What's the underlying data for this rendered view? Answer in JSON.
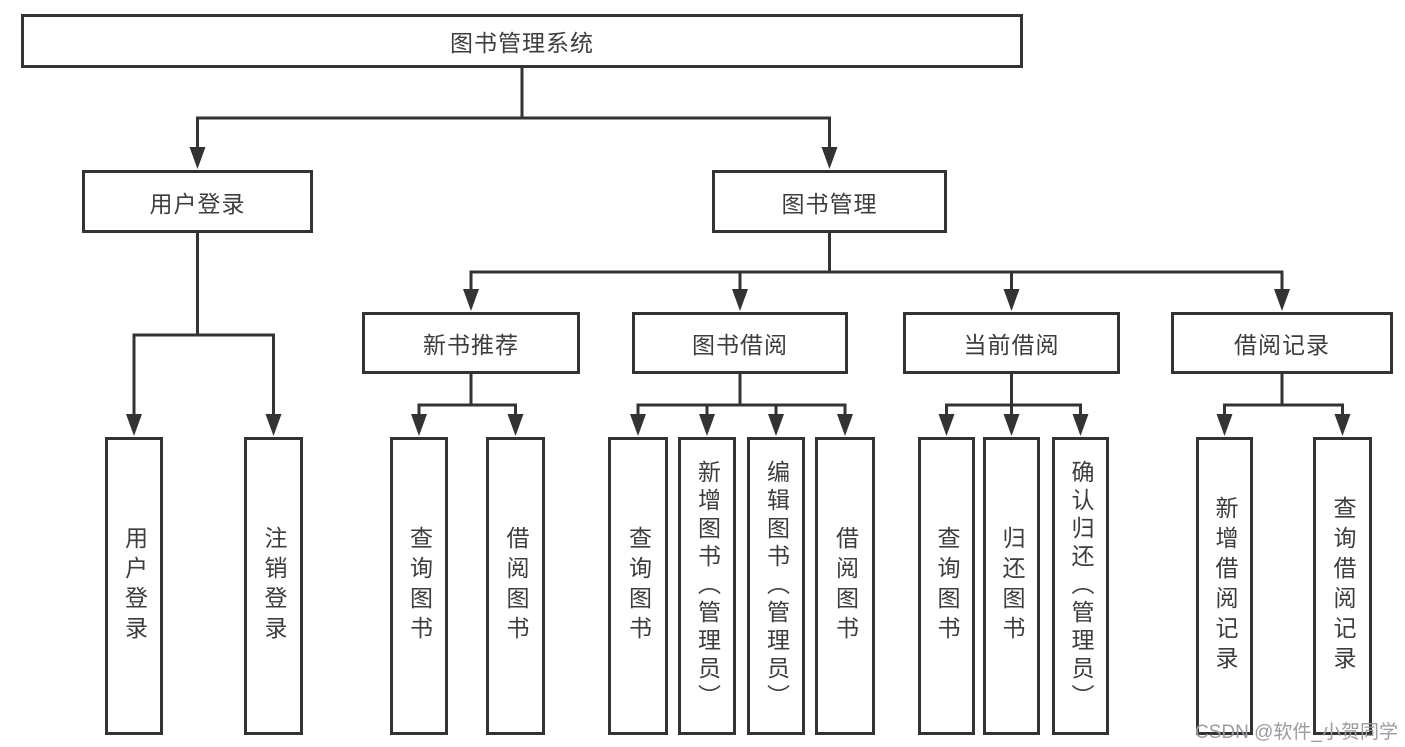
{
  "colors": {
    "line": "#333333",
    "text": "#3d3d3d",
    "watermark": "#9b9ba1",
    "background": "#ffffff"
  },
  "watermark": {
    "text": "CSDN @软件_小贺同学"
  },
  "tree": {
    "label": "图书管理系统",
    "children": [
      {
        "label": "用户登录",
        "children": [
          {
            "label": "用户登录"
          },
          {
            "label": "注销登录"
          }
        ]
      },
      {
        "label": "图书管理",
        "children": [
          {
            "label": "新书推荐",
            "children": [
              {
                "label": "查询图书"
              },
              {
                "label": "借阅图书"
              }
            ]
          },
          {
            "label": "图书借阅",
            "children": [
              {
                "label": "查询图书"
              },
              {
                "label": "新增图书（管理员）"
              },
              {
                "label": "编辑图书（管理员）"
              },
              {
                "label": "借阅图书"
              }
            ]
          },
          {
            "label": "当前借阅",
            "children": [
              {
                "label": "查询图书"
              },
              {
                "label": "归还图书"
              },
              {
                "label": "确认归还（管理员）"
              }
            ]
          },
          {
            "label": "借阅记录",
            "children": [
              {
                "label": "新增借阅记录"
              },
              {
                "label": "查询借阅记录"
              }
            ]
          }
        ]
      }
    ]
  }
}
